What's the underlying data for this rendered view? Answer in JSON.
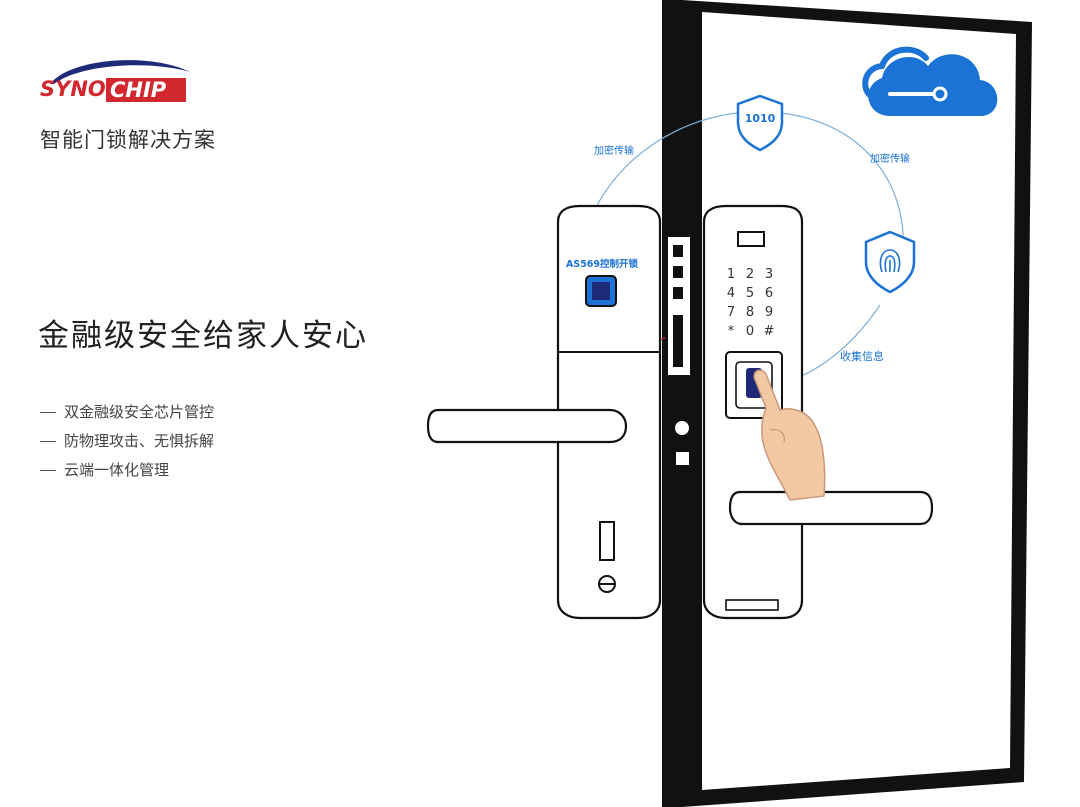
{
  "brand": {
    "logo_text_left": "SYNO",
    "logo_text_right": "CHIP"
  },
  "subtitle": "智能门锁解决方案",
  "headline": "金融级安全给家人安心",
  "features": [
    "双金融级安全芯片管控",
    "防物理攻击、无惧拆解",
    "云端一体化管理"
  ],
  "illustration": {
    "label_encrypt_left": "加密传输",
    "label_encrypt_right": "加密传输",
    "label_collect": "收集信息",
    "chip_label": "AS569控制开锁",
    "shield_code": "1010",
    "keypad": [
      "1",
      "2",
      "3",
      "4",
      "5",
      "6",
      "7",
      "8",
      "9",
      "*",
      "0",
      "#"
    ]
  },
  "colors": {
    "brand_red": "#d3272f",
    "brand_navy": "#1e2a78",
    "cloud_blue": "#1b73d6",
    "arc_blue": "#7fb0d8",
    "door_frame": "#111111"
  }
}
